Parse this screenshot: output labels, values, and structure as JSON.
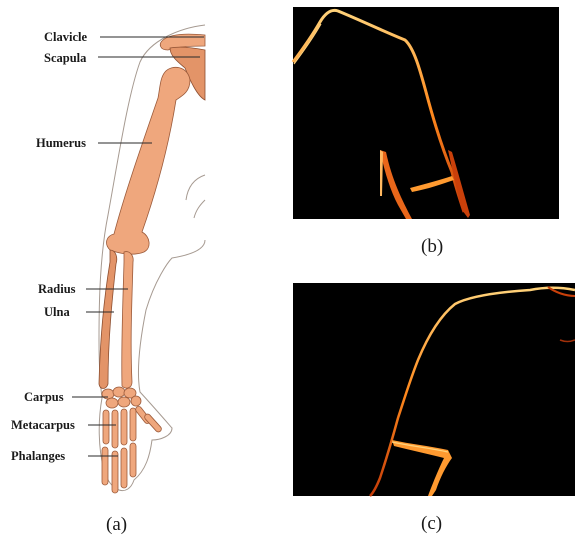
{
  "bone_labels": [
    {
      "key": "clavicle",
      "text": "Clavicle"
    },
    {
      "key": "scapula",
      "text": "Scapula"
    },
    {
      "key": "humerus",
      "text": "Humerus"
    },
    {
      "key": "radius",
      "text": "Radius"
    },
    {
      "key": "ulna",
      "text": "Ulna"
    },
    {
      "key": "carpus",
      "text": "Carpus"
    },
    {
      "key": "metacarpus",
      "text": "Metacarpus"
    },
    {
      "key": "phalanges",
      "text": "Phalanges"
    }
  ],
  "panel_labels": {
    "a": "(a)",
    "b": "(b)",
    "c": "(c)"
  },
  "colors": {
    "bone": "#efa77d",
    "panel_background": "#000000",
    "edge_glow": "#ff8a1e"
  }
}
